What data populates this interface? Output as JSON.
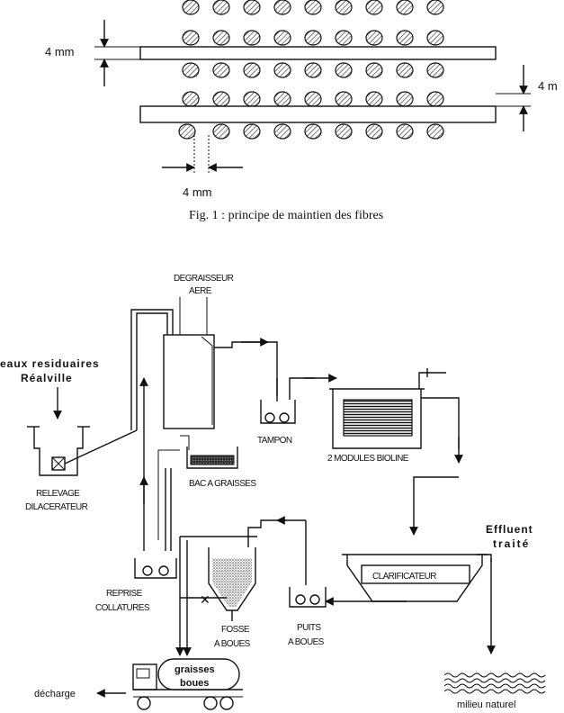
{
  "figure1": {
    "dim_left": "4 mm",
    "dim_right": "4 m",
    "dim_bottom": "4 mm",
    "caption": "Fig. 1 : principe de maintien des fibres"
  },
  "process": {
    "influent_line1": "eaux residuaires",
    "influent_line2": "Réalville",
    "degraisseur_line1": "DEGRAISSEUR",
    "degraisseur_line2": "AERE",
    "tampon": "TAMPON",
    "modules": "2 MODULES BIOLINE",
    "relevage_line1": "RELEVAGE",
    "relevage_line2": "DILACERATEUR",
    "bac_graisses": "BAC A GRAISSES",
    "effluent_line1": "Effluent",
    "effluent_line2": "traité",
    "reprise_line1": "REPRISE",
    "reprise_line2": "COLLATURES",
    "clarificateur": "CLARIFICATEUR",
    "fosse_line1": "FOSSE",
    "fosse_line2": "A BOUES",
    "puits_line1": "PUITS",
    "puits_line2": "A BOUES",
    "truck_line1": "graisses",
    "truck_line2": "boues",
    "decharge": "décharge",
    "milieu": "milieu naturel"
  }
}
